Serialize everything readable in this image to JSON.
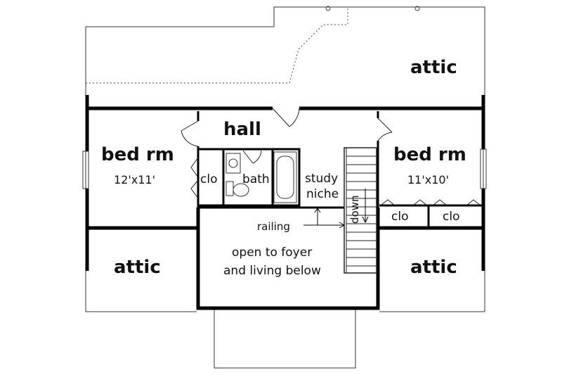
{
  "rooms": {
    "attic_top": "attic",
    "attic_left": "attic",
    "attic_right": "attic",
    "hall": "hall",
    "bed_left": "bed rm",
    "bed_left_dim": "12'x11'",
    "bed_right": "bed rm",
    "bed_right_dim": "11'x10'",
    "clo_left": "clo",
    "clo_right_a": "clo",
    "clo_right_b": "clo",
    "bath": "bath",
    "study_line1": "study",
    "study_line2": "niche",
    "stair": "down",
    "railing": "railing",
    "open_line1": "open to foyer",
    "open_line2": "and living below"
  }
}
